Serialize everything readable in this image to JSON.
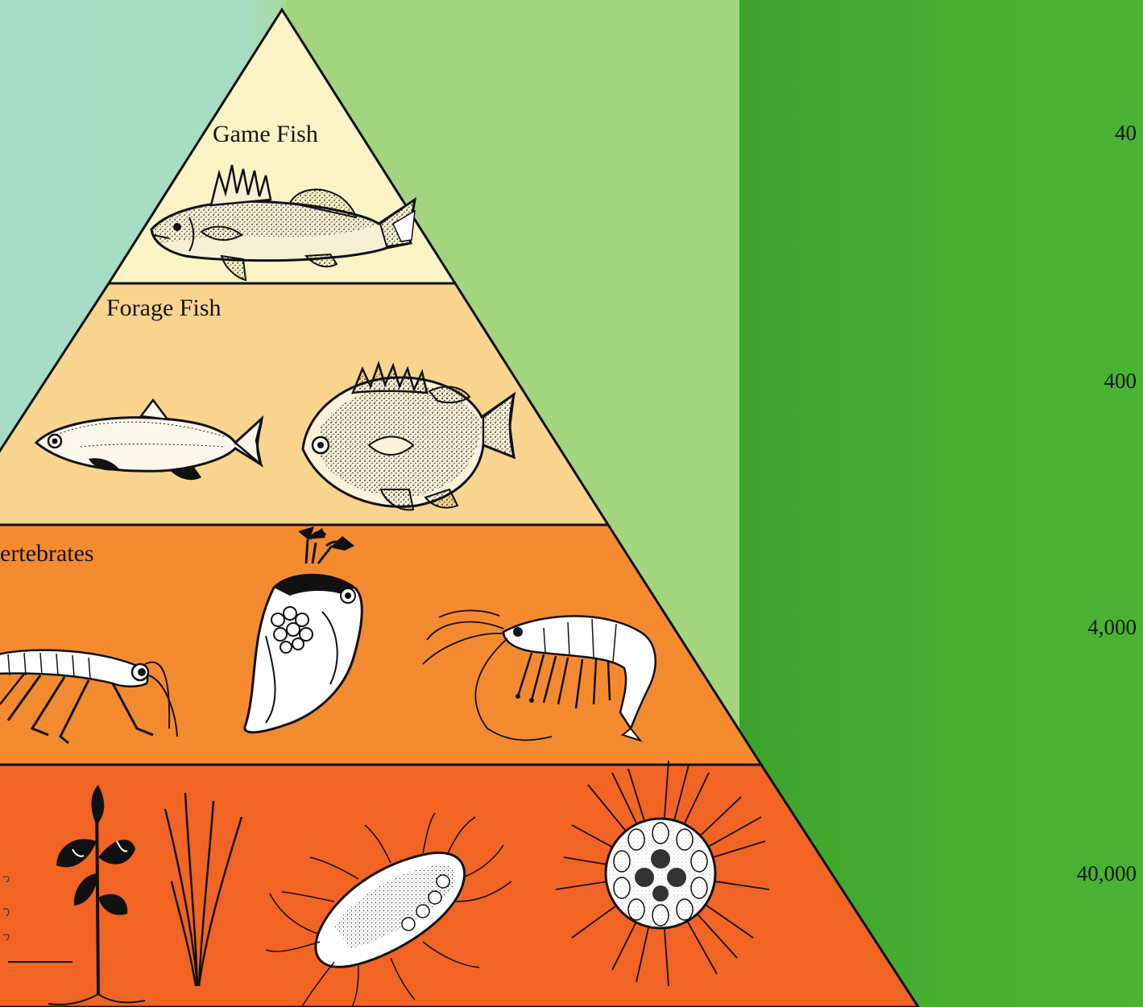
{
  "pyramid": {
    "tiers": [
      {
        "label": "Game Fish",
        "count": "40",
        "color": "#fbf3c5"
      },
      {
        "label": "Forage Fish",
        "count": "400",
        "color": "#f8d48e"
      },
      {
        "label": "ertebrates",
        "count": "4,000",
        "color": "#f48a30"
      },
      {
        "label": "",
        "count": "40,000",
        "color": "#f26424"
      }
    ],
    "background": {
      "left_color": "#a6dbc6",
      "middle_color": "#a2d57d",
      "right_color": "#43ad2f"
    },
    "illustrations": [
      "perch-icon",
      "minnow-icon",
      "sunfish-icon",
      "mayfly-nymph-icon",
      "daphnia-icon",
      "shrimp-icon",
      "pondweed-icon",
      "grass-icon",
      "ciliate-icon",
      "volvox-icon"
    ]
  }
}
